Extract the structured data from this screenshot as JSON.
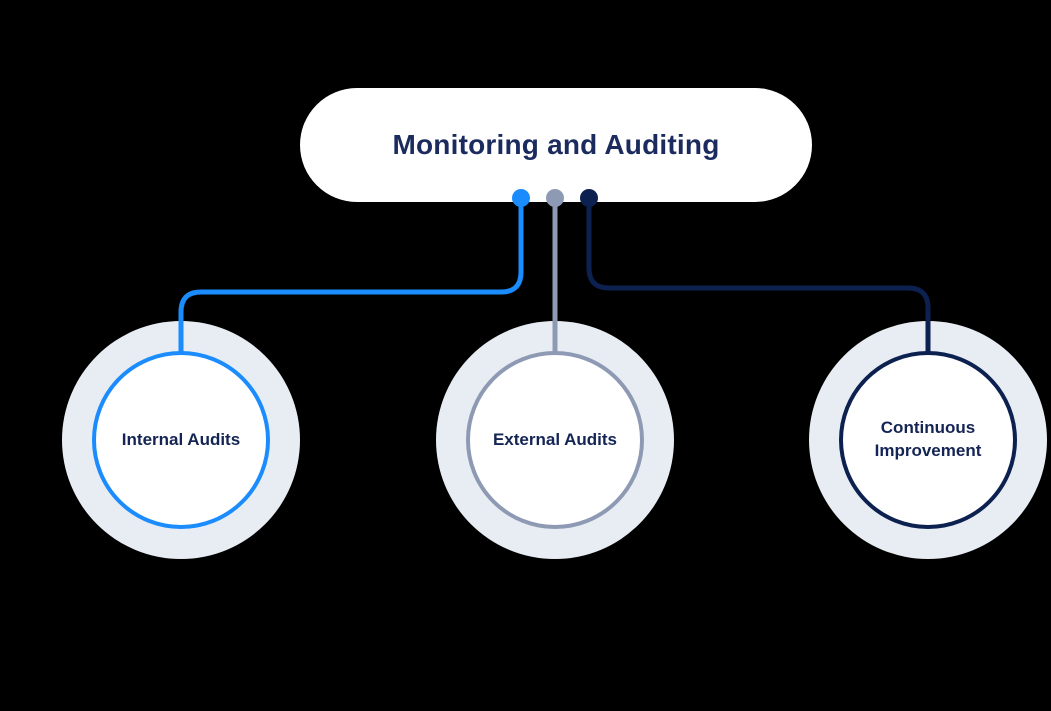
{
  "diagram": {
    "title": "Monitoring and Auditing",
    "nodes": [
      {
        "id": "internal-audits",
        "label": "Internal Audits",
        "color_key": "blue"
      },
      {
        "id": "external-audits",
        "label": "External Audits",
        "color_key": "slate"
      },
      {
        "id": "continuous-improvement",
        "label": "Continuous Improvement",
        "color_key": "navy"
      }
    ]
  },
  "colors": {
    "background": "#000000",
    "pill-bg": "#ffffff",
    "title-text": "#1b2b5e",
    "node-text": "#142454",
    "halo": "#e8edf3",
    "node-bg": "#ffffff",
    "blue": "#1b8cfe",
    "slate": "#8e9ab4",
    "navy": "#0d2150"
  }
}
